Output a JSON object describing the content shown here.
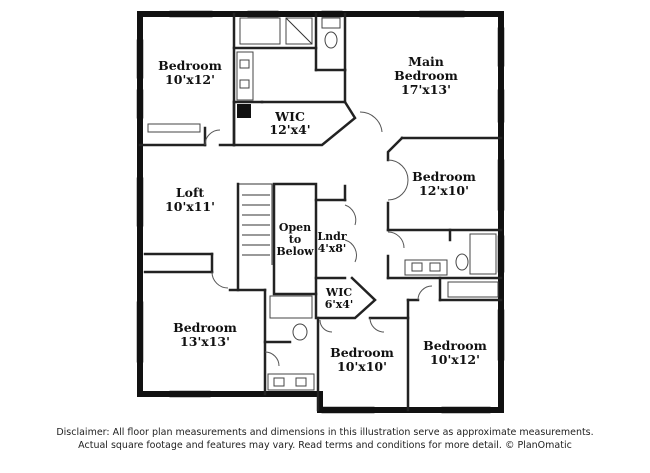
{
  "rooms": [
    {
      "name": "Bedroom",
      "size": "10'x12'"
    },
    {
      "name": "Main",
      "name2": "Bedroom",
      "size": "17'x13'"
    },
    {
      "name": "WIC",
      "size": "12'x4'"
    },
    {
      "name": "Bedroom",
      "size": "12'x10'"
    },
    {
      "name": "Loft",
      "size": "10'x11'"
    },
    {
      "name": "Open",
      "name2": "to",
      "name3": "Below"
    },
    {
      "name": "Lndr",
      "size": "4'x8'"
    },
    {
      "name": "WIC",
      "size": "6'x4'"
    },
    {
      "name": "Bedroom",
      "size": "13'x13'"
    },
    {
      "name": "Bedroom",
      "size": "10'x10'"
    },
    {
      "name": "Bedroom",
      "size": "10'x12'"
    }
  ],
  "disclaimer": {
    "line1": "Disclaimer: All floor plan measurements and dimensions in this illustration serve as approximate measurements.",
    "line2": "Actual square footage and features may vary. Read terms and conditions for more detail. © PlanOmatic"
  }
}
